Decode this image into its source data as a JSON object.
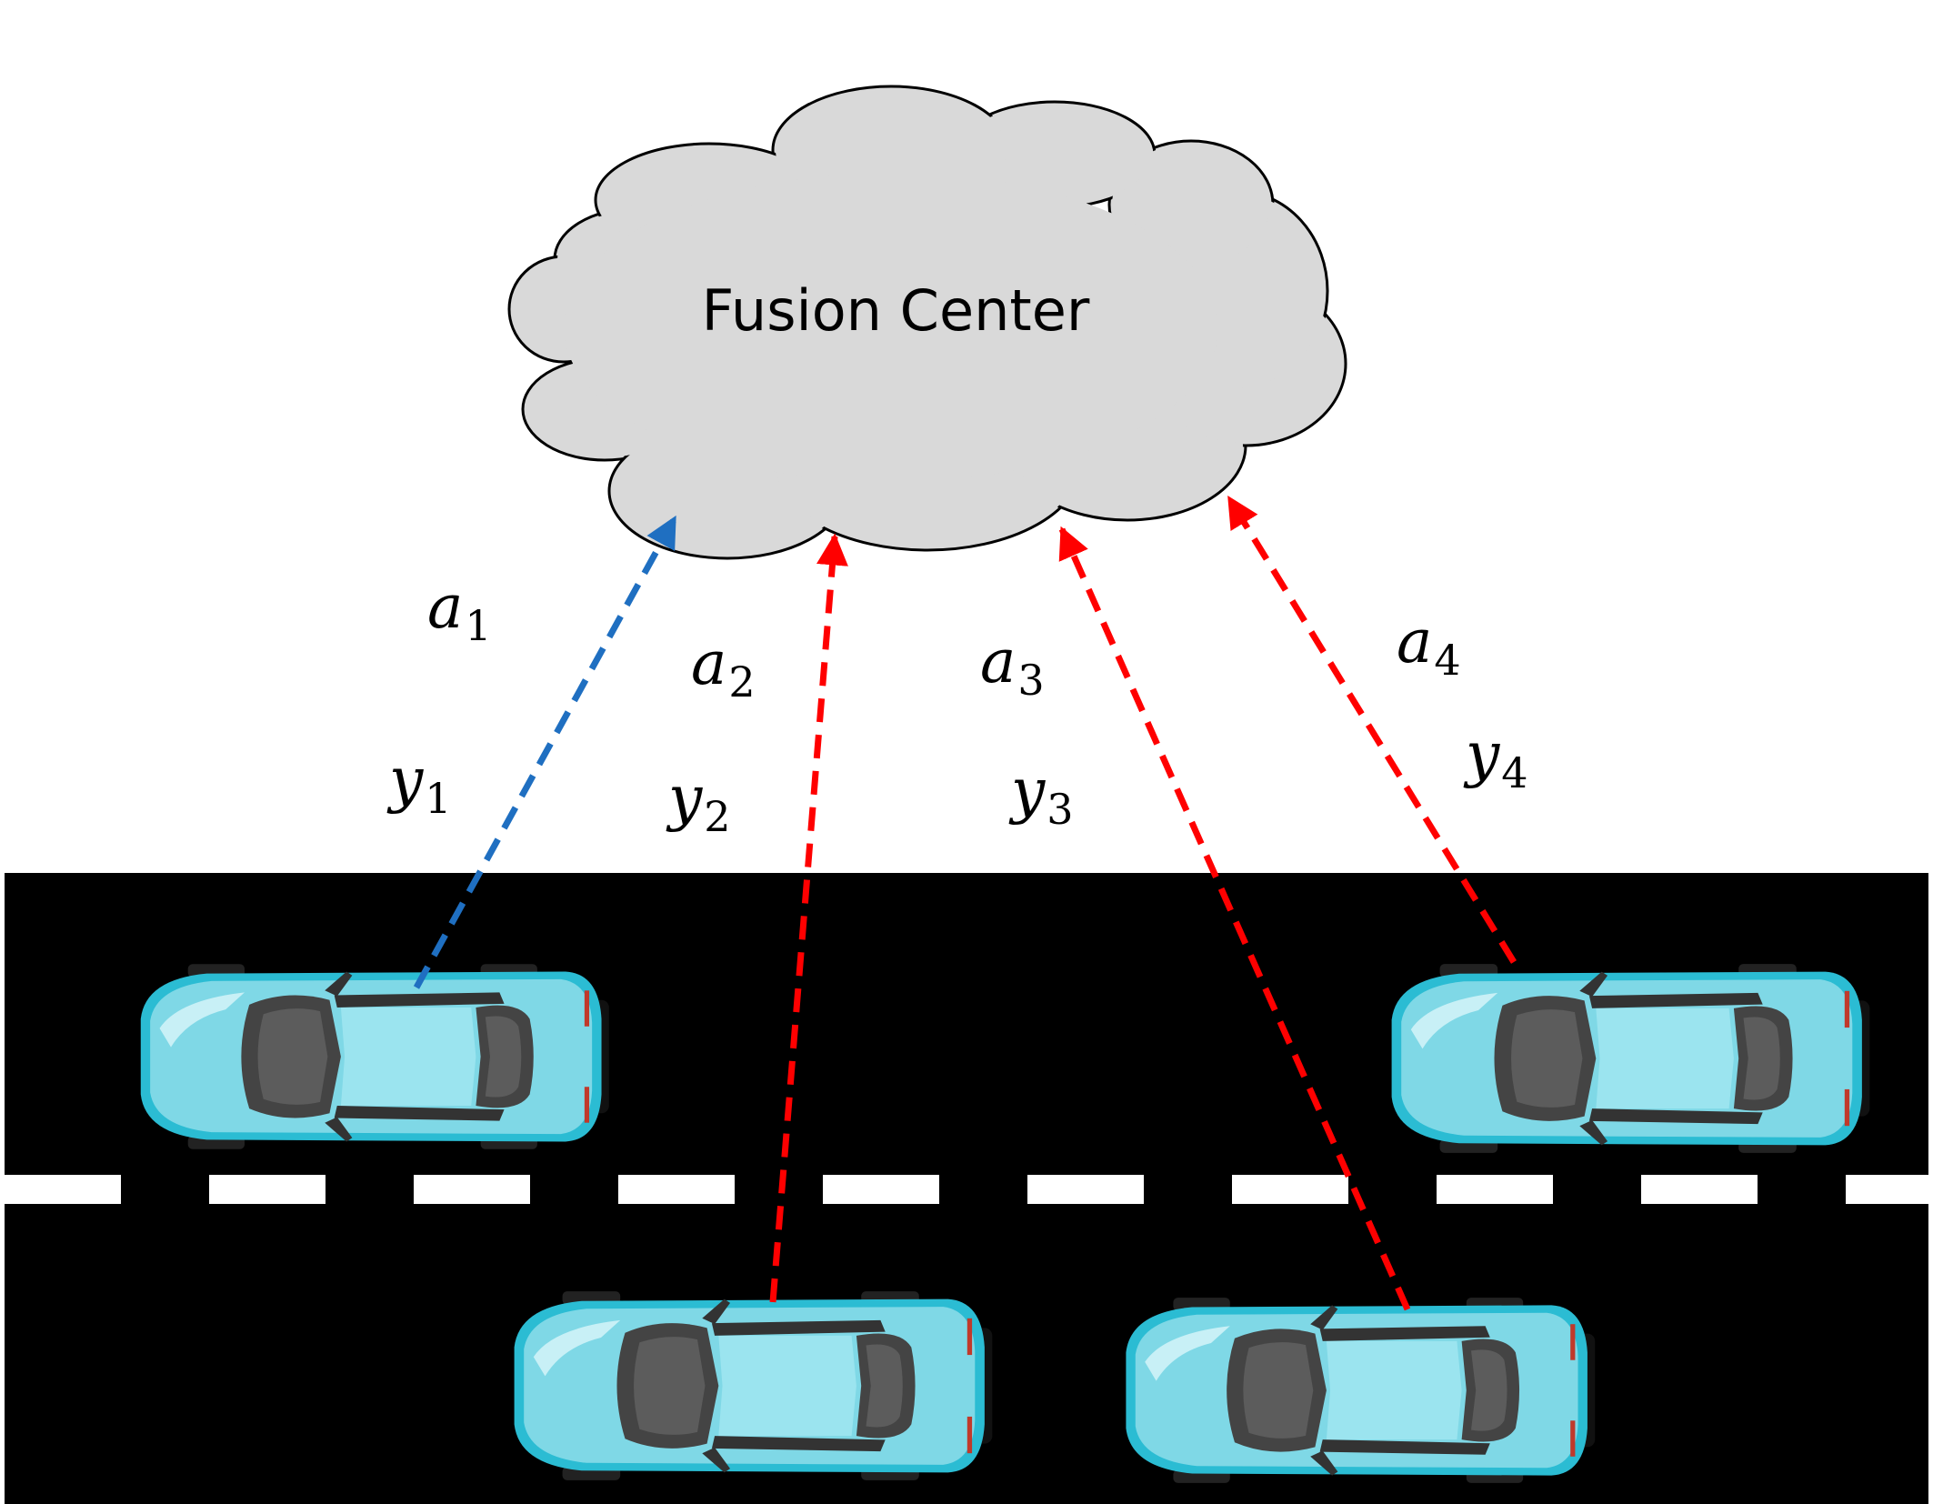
{
  "fusion_center": {
    "label": "Fusion Center",
    "fill": "#d9d9d9"
  },
  "road": {
    "color": "#000000",
    "lane_marking": "#ffffff"
  },
  "car": {
    "body": "#7fd8e6",
    "shade": "#2bbcd3",
    "glass": "#4a4a4a"
  },
  "links": [
    {
      "id": "1",
      "action": "a",
      "action_sub": "1",
      "obs": "y",
      "obs_sub": "1",
      "color": "#1f6fc1"
    },
    {
      "id": "2",
      "action": "a",
      "action_sub": "2",
      "obs": "y",
      "obs_sub": "2",
      "color": "#ff0000"
    },
    {
      "id": "3",
      "action": "a",
      "action_sub": "3",
      "obs": "y",
      "obs_sub": "3",
      "color": "#ff0000"
    },
    {
      "id": "4",
      "action": "a",
      "action_sub": "4",
      "obs": "y",
      "obs_sub": "4",
      "color": "#ff0000"
    }
  ]
}
